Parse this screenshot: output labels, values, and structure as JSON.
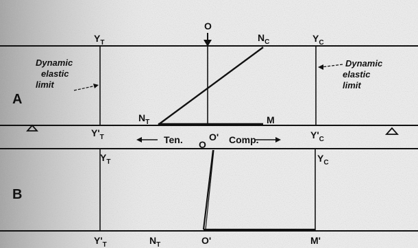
{
  "colors": {
    "paper": "#ececec",
    "ink": "#111111",
    "speckle": "#9a9a9a"
  },
  "beam_a": {
    "label": "A",
    "y_t": "Y",
    "y_t_sub": "T",
    "y_t_prime": "Y'",
    "y_t_prime_sub": "T",
    "o": "O",
    "o_prime": "O'",
    "n_c": "N",
    "n_c_sub": "C",
    "y_c": "Y",
    "y_c_sub": "C",
    "y_c_prime": "Y'",
    "y_c_prime_sub": "C",
    "n_t": "N",
    "n_t_sub": "T",
    "m": "M",
    "dynamic_left": [
      "Dynamic",
      "elastic",
      "limit"
    ],
    "dynamic_right": [
      "Dynamic",
      "elastic",
      "limit"
    ],
    "tension": "Ten.",
    "compression": "Comp."
  },
  "beam_b": {
    "label": "B",
    "y_t": "Y",
    "y_t_sub": "T",
    "y_t_prime": "Y'",
    "y_t_prime_sub": "T",
    "n_t": "N",
    "n_t_sub": "T",
    "o": "O",
    "o_prime": "O'",
    "y_c": "Y",
    "y_c_sub": "C",
    "m_prime": "M'"
  }
}
